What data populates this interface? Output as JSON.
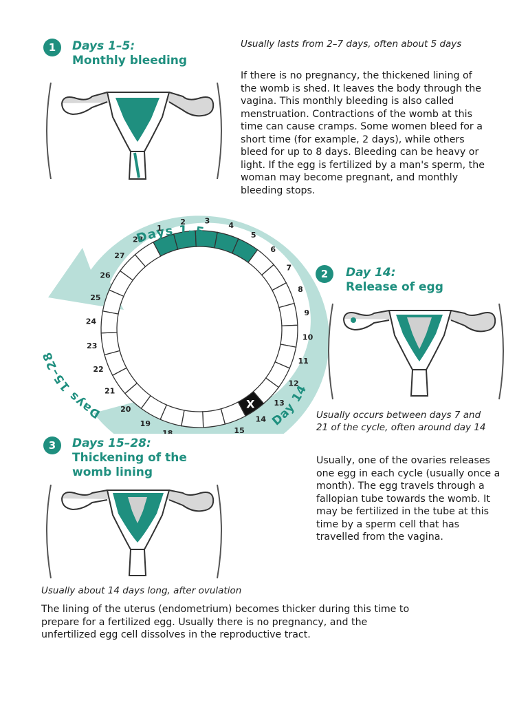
{
  "colors": {
    "accent": "#1f8f7f",
    "ring": "#b9dfd9",
    "dark_teal": "#1f8f7f",
    "cell_fill": "#ffffff"
  },
  "step1": {
    "number": "1",
    "days": "Days 1–5:",
    "title": "Monthly bleeding",
    "note": "Usually lasts from 2–7 days, often about 5 days",
    "text": "If there is no pregnancy, the thickened lining of the womb is shed. It leaves the body through the vagina. This monthly bleeding is also called menstruation. Contractions of the womb at this time can cause cramps. Some women bleed for a short time (for example, 2 days), while others bleed for up to 8 days. Bleeding can be heavy or light. If the egg is fertilized by a man's sperm, the woman may become pregnant, and monthly bleeding stops."
  },
  "step2": {
    "number": "2",
    "days": "Day 14:",
    "title": "Release of egg",
    "note": "Usually occurs between days 7 and 21 of the cycle, often around day 14",
    "text": "Usually, one of the ovaries releases one egg in each cycle (usually once a month). The egg travels through a fallopian tube towards the womb. It may be fertilized in the tube at this time by a sperm cell that has travelled from the vagina."
  },
  "step3": {
    "number": "3",
    "days": "Days 15–28:",
    "title": "Thickening of the womb lining",
    "note": "Usually about 14 days long, after ovulation",
    "text": "The lining of the uterus (endometrium) becomes thicker during this time to prepare for a fertilized egg. Usually there is no pregnancy, and the unfertilized egg cell dissolves in the reproductive tract."
  },
  "cycle": {
    "day_count": 28,
    "bleeding_days": [
      1,
      2,
      3,
      4,
      5
    ],
    "ovulation_day": 14,
    "ovulation_mark": "X",
    "arc_labels": {
      "top": "Days 1–5",
      "right": "Day 14",
      "left": "Days 15–28"
    }
  }
}
